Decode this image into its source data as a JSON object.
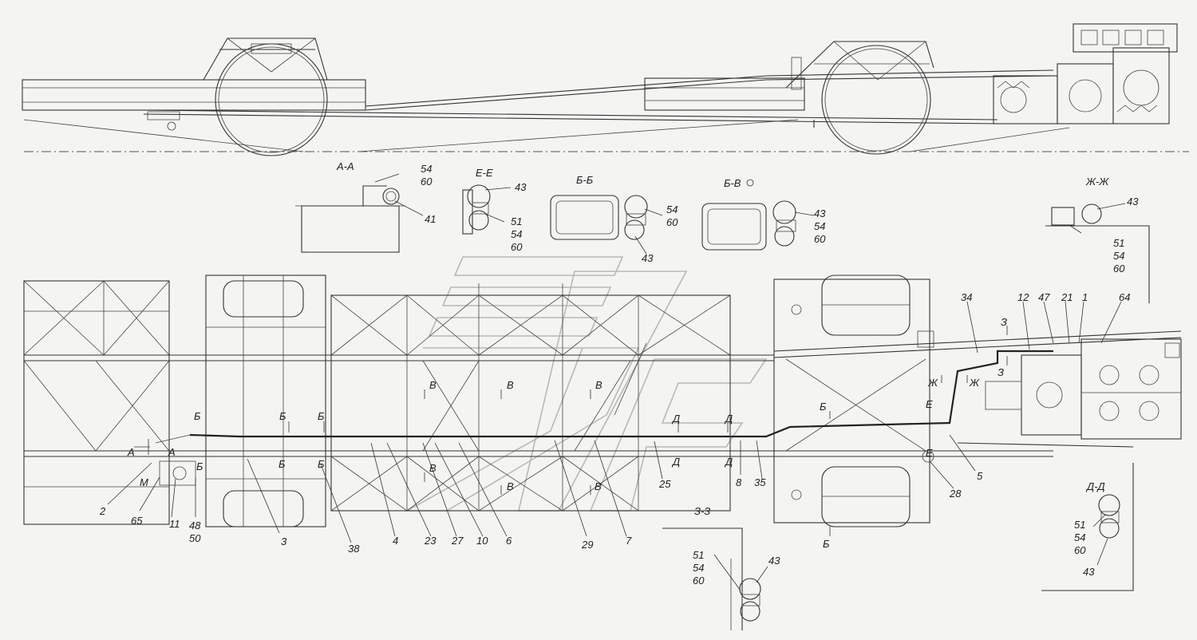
{
  "colors": {
    "background": "#f4f4f2",
    "line": "#333333",
    "watermark": "#b8b8b8"
  },
  "sections": {
    "aa": "А-А",
    "ee": "Е-Е",
    "bb": "Б-Б",
    "bv": "Б-В",
    "zhzh": "Ж-Ж",
    "zz": "З-З",
    "dd": "Д-Д"
  },
  "section_groups": {
    "aa_top": [
      "54",
      "60"
    ],
    "aa_single": "41",
    "ee_top": "43",
    "ee_bottom": [
      "51",
      "54",
      "60"
    ],
    "bb_right": [
      "54",
      "60"
    ],
    "bb_bottom": "43",
    "bv_right": [
      "43",
      "54",
      "60"
    ],
    "zhzh_top": "43",
    "zhzh_bottom": [
      "51",
      "54",
      "60"
    ],
    "zz_left": [
      "51",
      "54",
      "60"
    ],
    "zz_right": "43",
    "dd_left": [
      "51",
      "54",
      "60"
    ],
    "dd_bottom": "43"
  },
  "section_markers": {
    "a": "А",
    "b": "Б",
    "v": "В",
    "d": "Д",
    "e": "Е",
    "zh": "Ж",
    "z": "З",
    "m": "М"
  },
  "callouts": {
    "c2": "2",
    "c65": "65",
    "c11": "11",
    "c48": "48",
    "c50": "50",
    "c3": "3",
    "c38": "38",
    "c4": "4",
    "c23": "23",
    "c27": "27",
    "c10": "10",
    "c6": "6",
    "c29": "29",
    "c7": "7",
    "c25": "25",
    "c8": "8",
    "c35": "35",
    "c28": "28",
    "c5": "5",
    "c34": "34",
    "c12": "12",
    "c47": "47",
    "c21": "21",
    "c1": "1",
    "c64": "64"
  }
}
